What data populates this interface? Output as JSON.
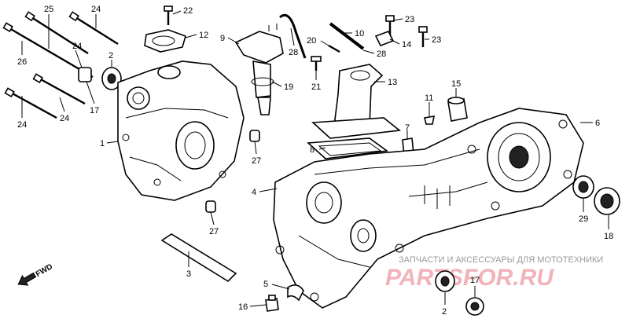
{
  "labels": {
    "l25": "25",
    "l24a": "24",
    "l22": "22",
    "l12": "12",
    "l26": "26",
    "l24b": "24",
    "l2a": "2",
    "l17a": "17",
    "l24c": "24",
    "l24d": "24",
    "l1": "1",
    "l9": "9",
    "l28a": "28",
    "l19": "19",
    "l27a": "27",
    "l27b": "27",
    "l3": "3",
    "l5": "5",
    "l16": "16",
    "l23a": "23",
    "l10": "10",
    "l20": "20",
    "l14": "14",
    "l23b": "23",
    "l28b": "28",
    "l21": "21",
    "l13": "13",
    "l15": "15",
    "l11": "11",
    "l7": "7",
    "l8": "8",
    "l4": "4",
    "l6": "6",
    "l29": "29",
    "l18": "18",
    "l2b": "2",
    "l17b": "17"
  },
  "fwd": "FWD",
  "watermark": {
    "line1": "ЗАПЧАСТИ И АКСЕССУАРЫ ДЛЯ МОТОТЕХНИКИ",
    "line2": "PARTSFOR.RU"
  }
}
